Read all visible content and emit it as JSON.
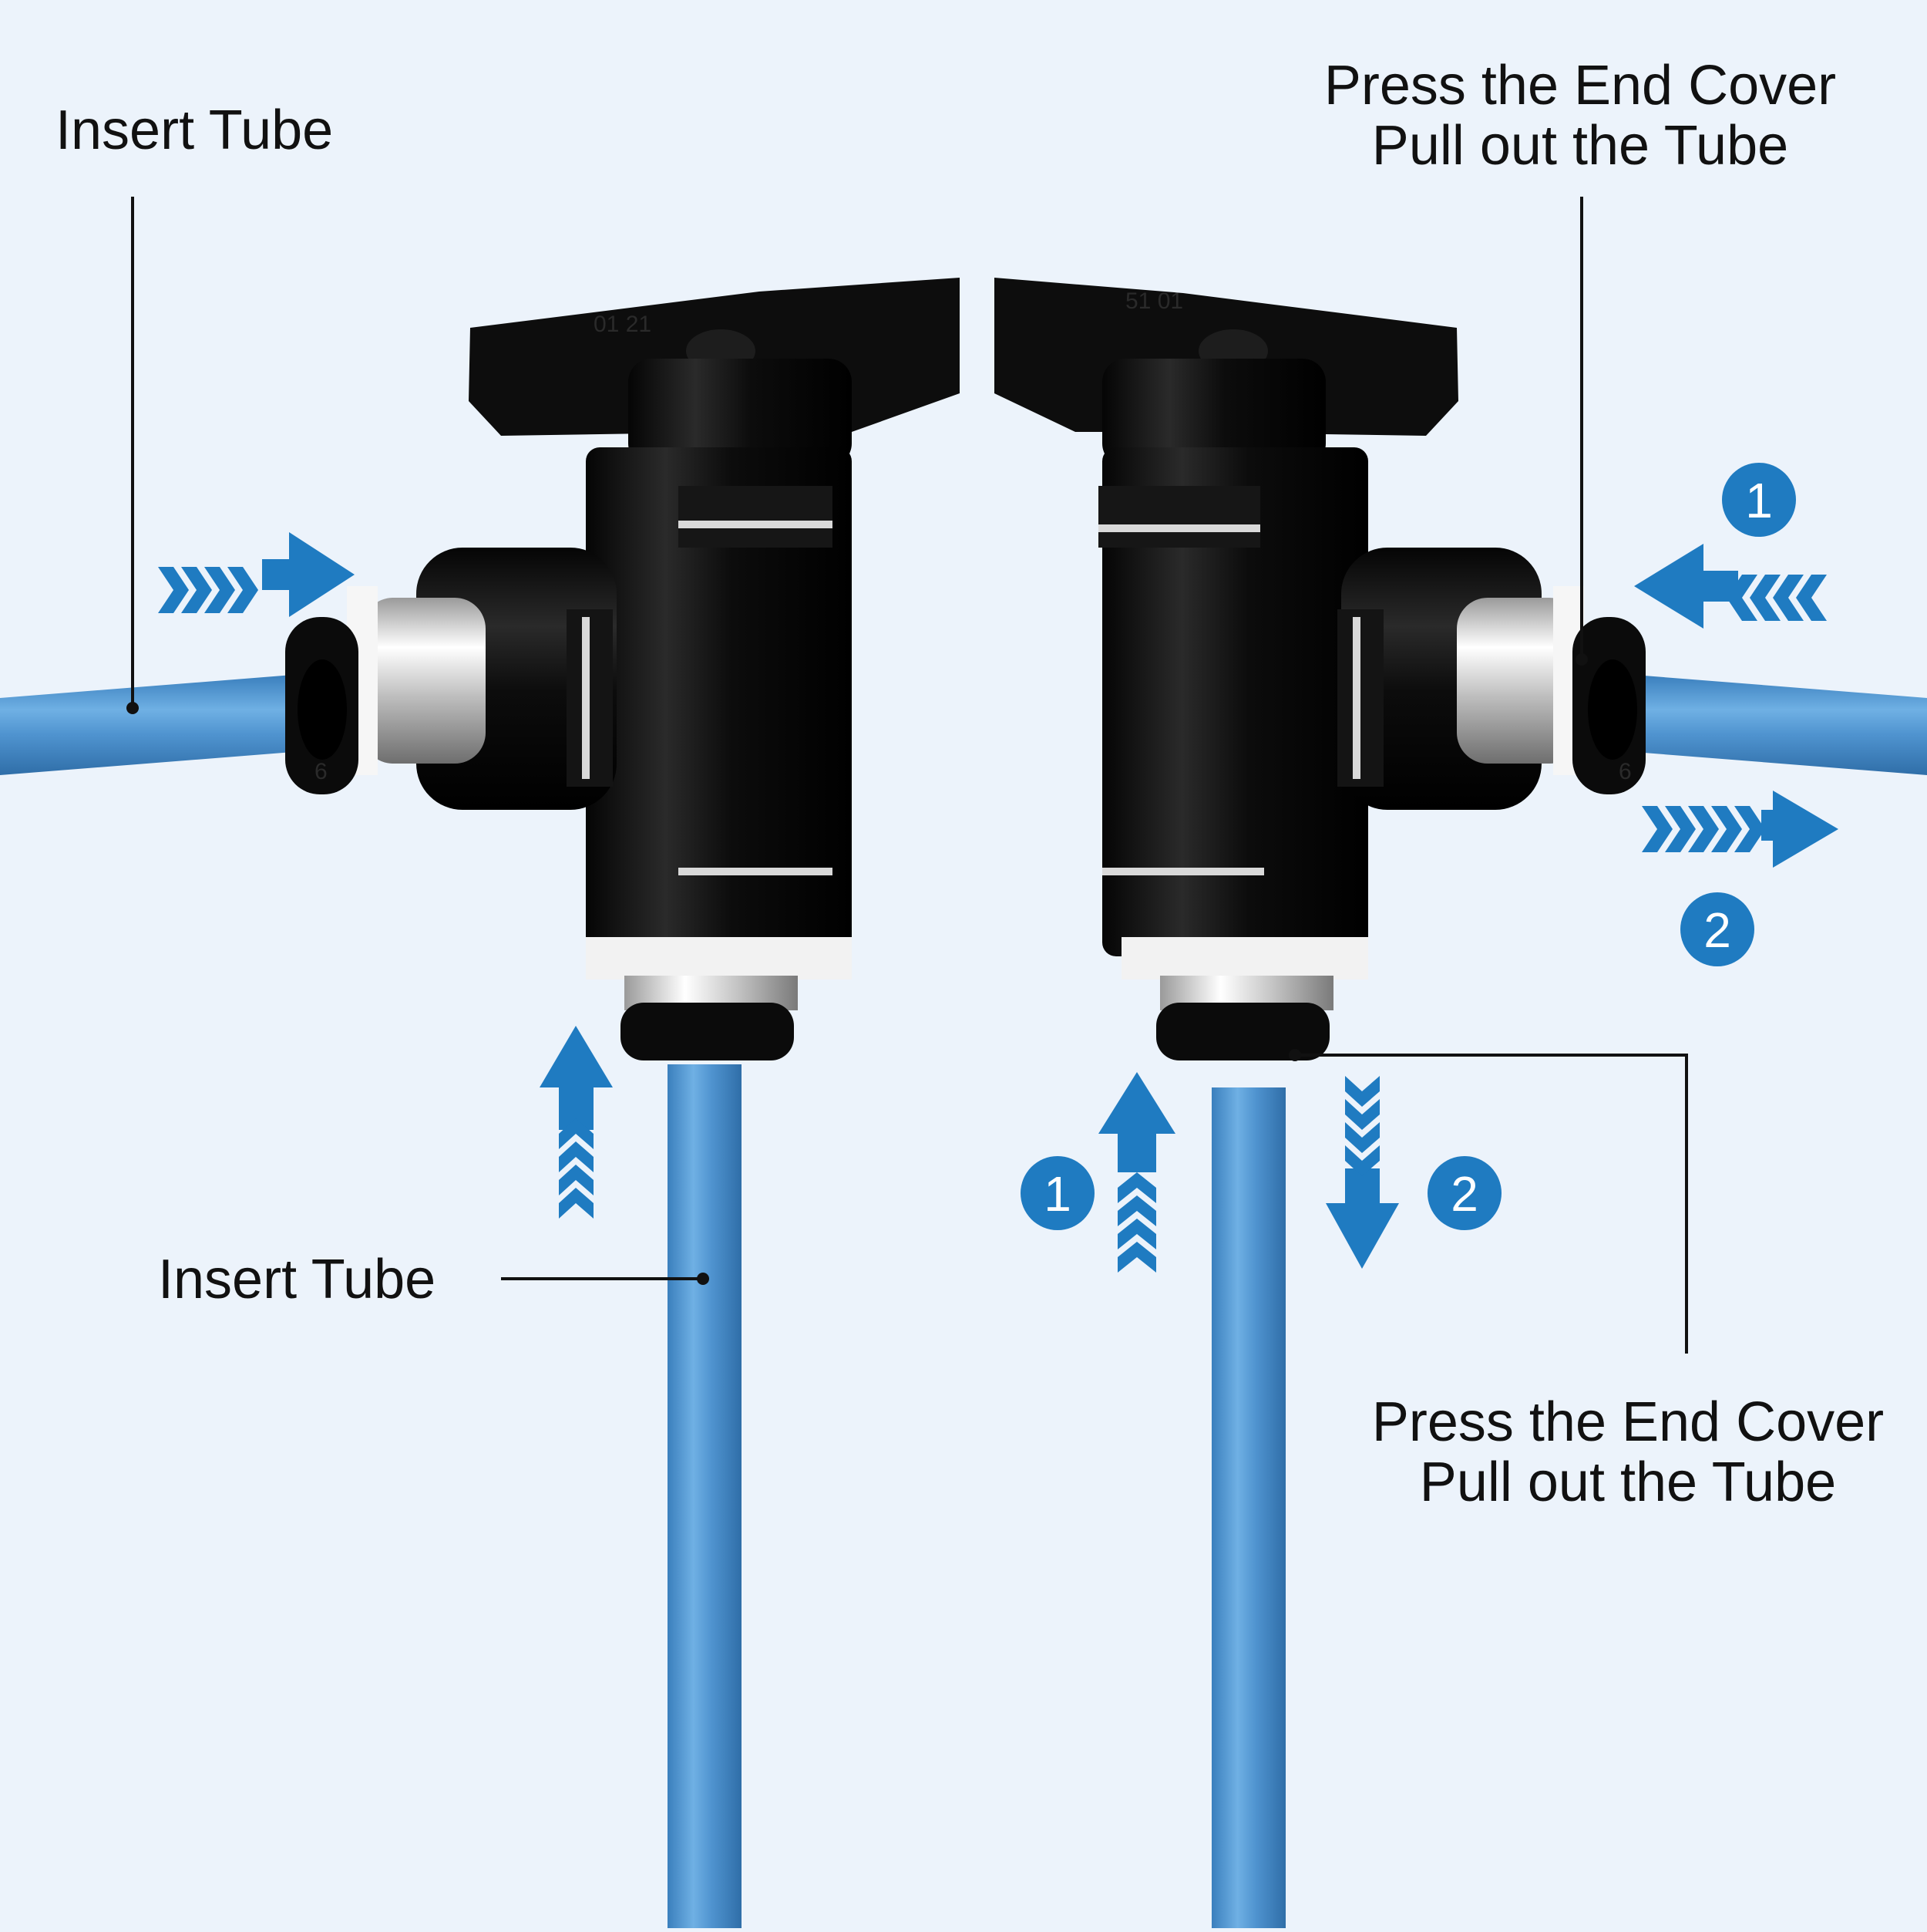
{
  "labels": {
    "insert_tube_left": "Insert Tube",
    "insert_tube_bottom": "Insert Tube",
    "release_top_line1": "Press the End Cover",
    "release_top_line2": "Pull out the Tube",
    "release_bottom_line1": "Press the End Cover",
    "release_bottom_line2": "Pull out the Tube"
  },
  "badges": {
    "right_step1": "1",
    "right_step2": "2",
    "bottom_step1": "1",
    "bottom_step2": "2"
  },
  "fitting_markings": {
    "left_port": "6",
    "right_port": "6",
    "handle_left": "01  21",
    "handle_right": "51  01"
  },
  "colors": {
    "background": "#ecf3fb",
    "tube": "#4f93cf",
    "arrow": "#1f7bc1",
    "fitting_body": "#101010"
  },
  "icons": [
    "arrow-right-icon",
    "arrow-left-icon",
    "arrow-up-icon",
    "arrow-down-icon",
    "step-badge-icon"
  ]
}
